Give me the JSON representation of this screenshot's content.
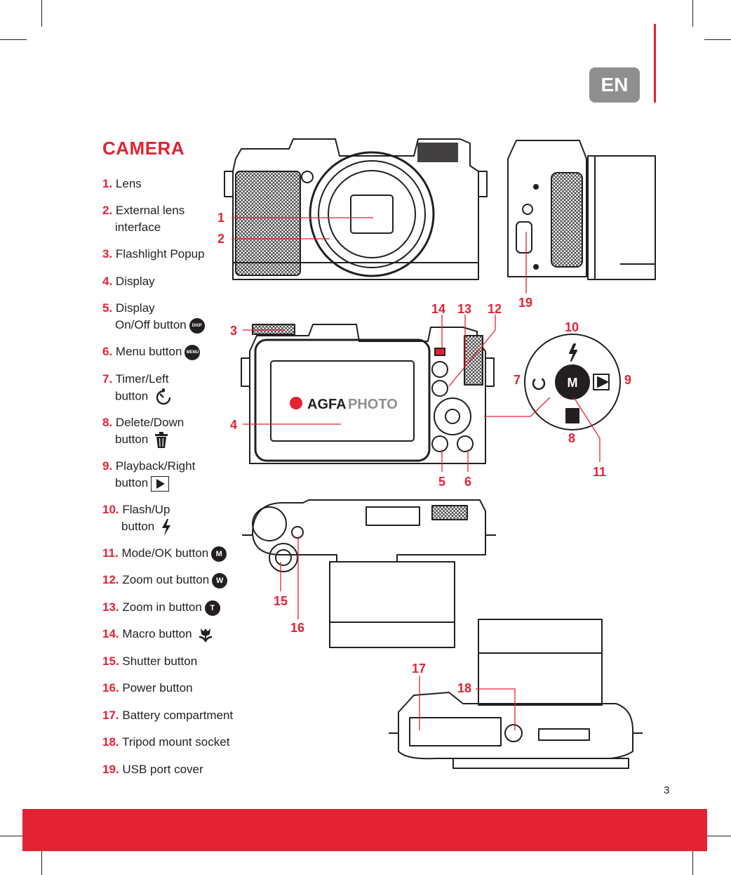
{
  "page": {
    "language": "EN",
    "section_title": "CAMERA",
    "page_number": "3",
    "accent_color": "#e42233",
    "badge_color": "#8f8f8f"
  },
  "parts": [
    {
      "num": "1.",
      "label": "Lens"
    },
    {
      "num": "2.",
      "label": "External lens",
      "label2": "interface"
    },
    {
      "num": "3.",
      "label": "Flashlight Popup"
    },
    {
      "num": "4.",
      "label": "Display"
    },
    {
      "num": "5.",
      "label": "Display",
      "label2": "On/Off button",
      "icon": "disp-button-icon",
      "icon_text": "DISP"
    },
    {
      "num": "6.",
      "label": "Menu button",
      "icon": "menu-button-icon",
      "icon_text": "MENU"
    },
    {
      "num": "7.",
      "label": "Timer/Left",
      "label2": "button",
      "icon": "self-timer-icon"
    },
    {
      "num": "8.",
      "label": "Delete/Down",
      "label2": "button",
      "icon": "trash-icon"
    },
    {
      "num": "9.",
      "label": "Playback/Right",
      "label2": "button",
      "icon": "play-icon"
    },
    {
      "num": "10.",
      "label": "Flash/Up",
      "label2": "button",
      "icon": "flash-icon"
    },
    {
      "num": "11.",
      "label": "Mode/OK button",
      "icon": "mode-button-icon",
      "icon_text": "M"
    },
    {
      "num": "12.",
      "label": "Zoom out button",
      "icon": "zoom-out-icon",
      "icon_text": "W"
    },
    {
      "num": "13.",
      "label": "Zoom in button",
      "icon": "zoom-in-icon",
      "icon_text": "T"
    },
    {
      "num": "14.",
      "label": "Macro button",
      "icon": "macro-tulip-icon"
    },
    {
      "num": "15.",
      "label": "Shutter button"
    },
    {
      "num": "16.",
      "label": "Power button"
    },
    {
      "num": "17.",
      "label": "Battery compartment"
    },
    {
      "num": "18.",
      "label": "Tripod mount socket"
    },
    {
      "num": "19.",
      "label": "USB port cover"
    }
  ],
  "brand": {
    "agfa": "AGFA",
    "photo": "PHOTO"
  },
  "dpad": {
    "center": "M"
  },
  "callouts": [
    "1",
    "2",
    "3",
    "4",
    "5",
    "6",
    "7",
    "8",
    "9",
    "10",
    "11",
    "12",
    "13",
    "14",
    "15",
    "16",
    "17",
    "18",
    "19"
  ]
}
